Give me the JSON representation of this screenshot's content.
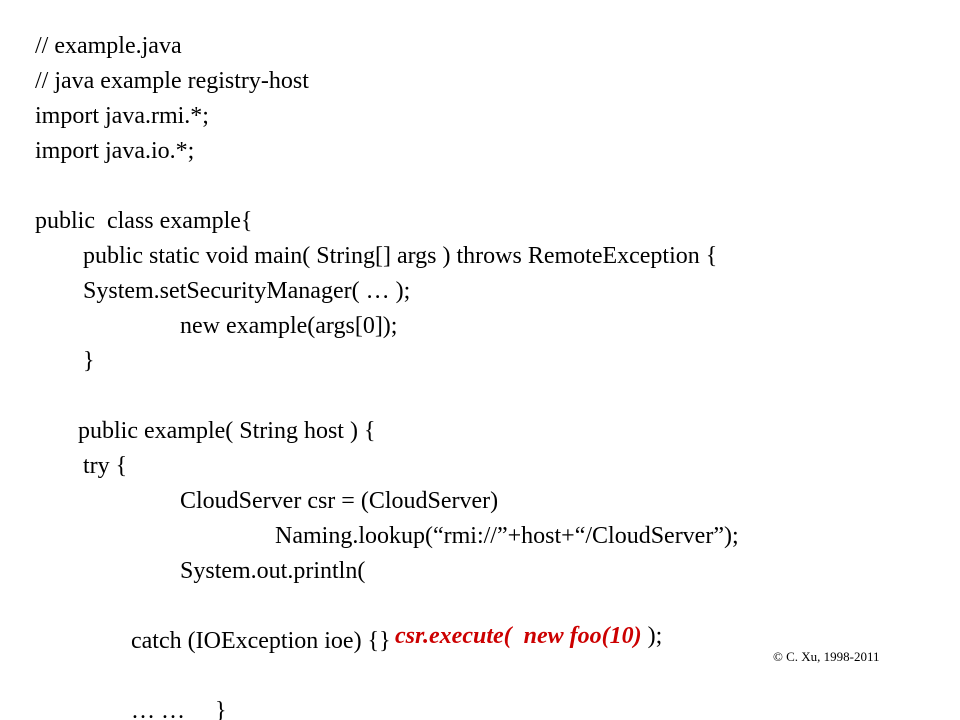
{
  "code": {
    "l01": "// example.java",
    "l02": "// java example registry-host",
    "l03": "import java.rmi.*;",
    "l04": "import java.io.*;",
    "l05": "public  class example{",
    "l06": "public static void main( String[] args ) throws RemoteException {",
    "l07": "System.setSecurityManager( … );",
    "l08": "new example(args[0]);",
    "l09": "}",
    "l10": "public example( String host ) {",
    "l11": "try {",
    "l12": "CloudServer csr = (CloudServer)",
    "l13": "Naming.lookup(“rmi://”+host+“/CloudServer”);",
    "l14": "System.out.println(",
    "l15_highlight": "csr.execute(  new foo(10) ",
    "l15_rest": ");",
    "l16": "catch (IOException ioe) {}",
    "l17": "… …     }"
  },
  "footer": {
    "copyright": "© C. Xu, 1998-2011"
  },
  "colors": {
    "highlight": "#cc0000",
    "text": "#000000",
    "background": "#ffffff"
  }
}
